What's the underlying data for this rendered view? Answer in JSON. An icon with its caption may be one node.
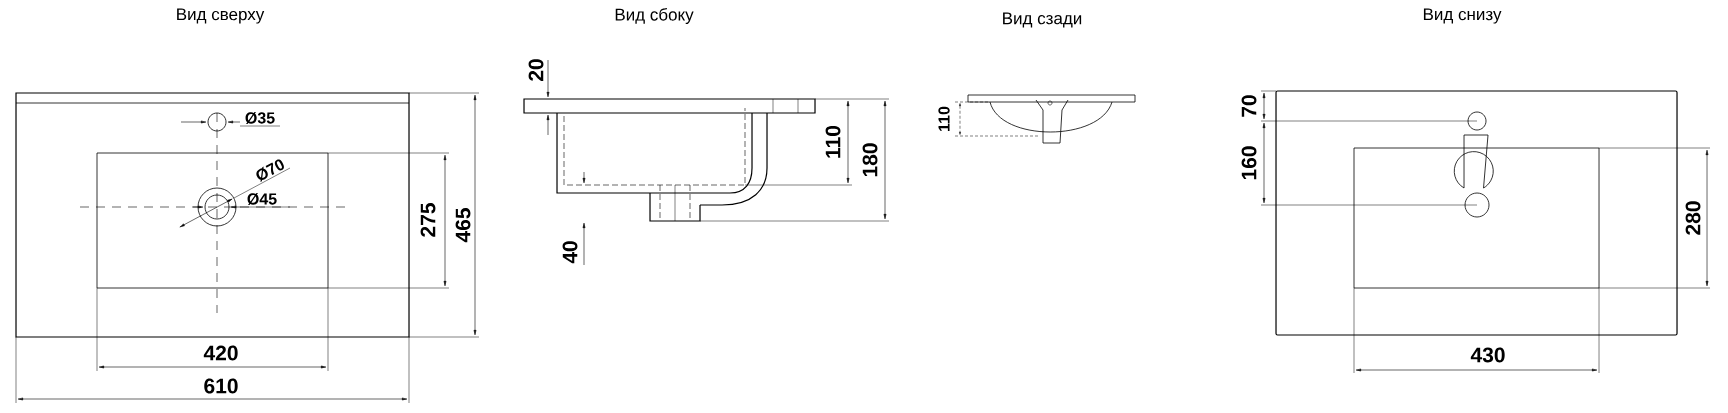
{
  "diagram": {
    "labels": [
      "Вид сверху",
      "Вид сбоку",
      "Вид сзади",
      "Вид снизу",
      "Ø35",
      "Ø70",
      "Ø45",
      "275",
      "465",
      "420",
      "610",
      "20",
      "110",
      "180",
      "40",
      "110",
      "70",
      "160",
      "280",
      "430"
    ]
  }
}
